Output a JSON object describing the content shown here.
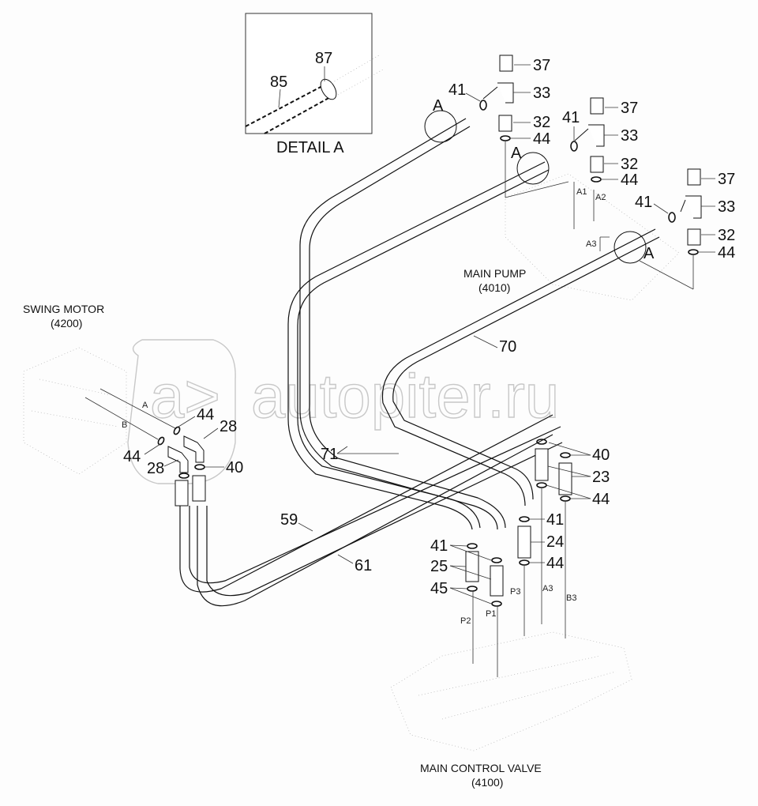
{
  "diagram": {
    "detail": {
      "title": "DETAIL A",
      "labels": [
        "85",
        "87"
      ]
    },
    "components": {
      "main_pump": {
        "name": "MAIN PUMP",
        "code": "(4010)"
      },
      "swing_motor": {
        "name": "SWING MOTOR",
        "code": "(4200)"
      },
      "main_control_valve": {
        "name": "MAIN CONTROL VALVE",
        "code": "(4100)"
      }
    },
    "detail_markers": [
      "A",
      "A",
      "A"
    ],
    "ports": {
      "pump": [
        "A1",
        "A2",
        "A3"
      ],
      "swing_motor": [
        "A",
        "B"
      ],
      "control_valve": [
        "P1",
        "P2",
        "P3",
        "A3",
        "B3"
      ]
    },
    "callouts": {
      "pump_group_1": [
        "37",
        "41",
        "33",
        "32",
        "44"
      ],
      "pump_group_2": [
        "37",
        "41",
        "33",
        "32",
        "44"
      ],
      "pump_group_3": [
        "37",
        "41",
        "33",
        "32",
        "44"
      ],
      "swing": [
        "44",
        "28",
        "44",
        "28",
        "40"
      ],
      "hoses": [
        "70",
        "71",
        "59",
        "61"
      ],
      "valve_right": [
        "40",
        "23",
        "44",
        "41",
        "24",
        "44"
      ],
      "valve_left": [
        "41",
        "25",
        "45"
      ]
    },
    "watermark": "autopiter.ru"
  }
}
